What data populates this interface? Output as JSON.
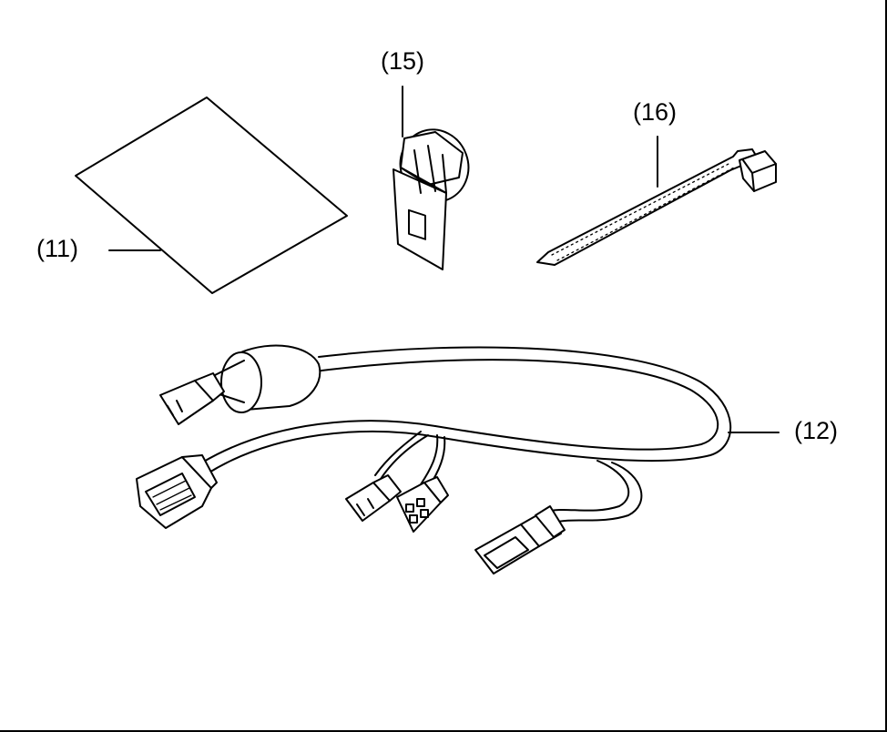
{
  "callouts": {
    "part_11": "(11)",
    "part_12": "(12)",
    "part_15": "(15)",
    "part_16": "(16)"
  },
  "colors": {
    "line": "#000000",
    "background": "#ffffff"
  }
}
